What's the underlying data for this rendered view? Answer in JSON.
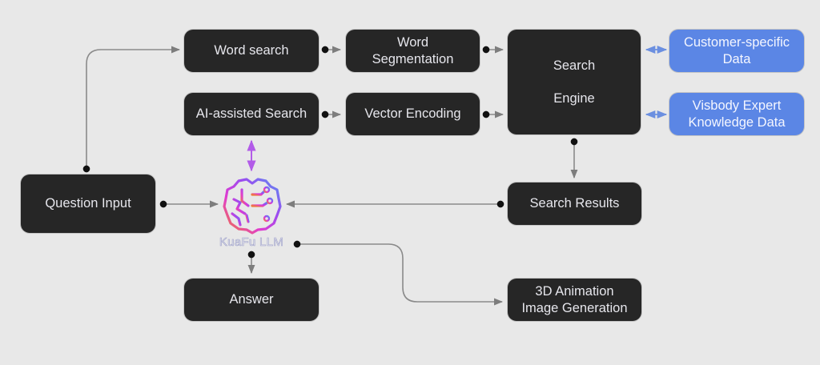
{
  "diagram": {
    "nodes": {
      "word_search": "Word search",
      "word_segmentation": [
        "Word",
        "Segmentation"
      ],
      "ai_search": "AI-assisted Search",
      "vector_encoding": "Vector Encoding",
      "search_engine": [
        "Search",
        "Engine"
      ],
      "customer_data": [
        "Customer-specific",
        "Data"
      ],
      "expert_data": [
        "Visbody Expert",
        "Knowledge Data"
      ],
      "question_input": "Question Input",
      "search_results": "Search Results",
      "answer": "Answer",
      "animation": [
        "3D Animation",
        "Image Generation"
      ]
    },
    "llm": {
      "label": "KuaFu LLM",
      "icon": "brain-circuit-icon"
    },
    "edges": [
      {
        "from": "Question Input",
        "to": "Word search"
      },
      {
        "from": "Word search",
        "to": "Word Segmentation"
      },
      {
        "from": "Word Segmentation",
        "to": "Search Engine"
      },
      {
        "from": "AI-assisted Search",
        "to": "Vector Encoding"
      },
      {
        "from": "Vector Encoding",
        "to": "Search Engine"
      },
      {
        "from": "Search Engine",
        "to": "Customer-specific Data",
        "bidirectional": true
      },
      {
        "from": "Search Engine",
        "to": "Visbody Expert Knowledge Data",
        "bidirectional": true
      },
      {
        "from": "Search Engine",
        "to": "Search Results"
      },
      {
        "from": "Search Results",
        "to": "KuaFu LLM"
      },
      {
        "from": "Question Input",
        "to": "KuaFu LLM"
      },
      {
        "from": "KuaFu LLM",
        "to": "AI-assisted Search",
        "bidirectional": true
      },
      {
        "from": "KuaFu LLM",
        "to": "Answer"
      },
      {
        "from": "KuaFu LLM",
        "to": "3D Animation Image Generation"
      }
    ],
    "colors": {
      "background": "#e8e8e8",
      "node_dark": "#262626",
      "node_blue": "#5b86e5",
      "connector": "#8a8a8a",
      "connector_blue": "#6b8fe0",
      "connector_purple": "#b25be8",
      "brain_gradient": [
        "#f07a3a",
        "#e03bd0",
        "#9b4cf0",
        "#5b8ef0"
      ]
    }
  }
}
